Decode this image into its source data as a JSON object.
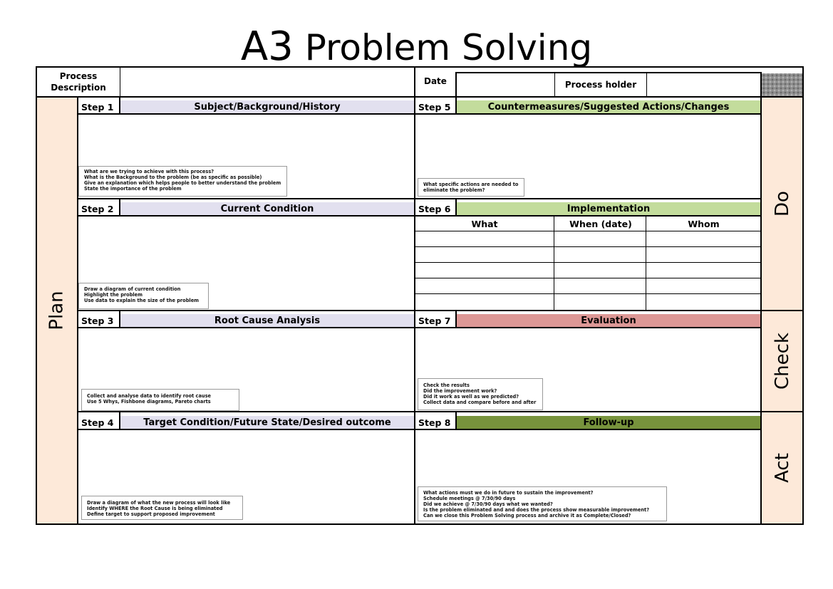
{
  "title": {
    "prefix": "A3",
    "rest": "Problem Solving"
  },
  "header": {
    "process_description": "Process Description",
    "date": "Date",
    "process_holder": "Process holder"
  },
  "phases": {
    "plan": "Plan",
    "do": "Do",
    "check": "Check",
    "act": "Act"
  },
  "steps": [
    {
      "label": "Step 1",
      "title": "Subject/Background/History",
      "hints": [
        "What are we trying to achieve with this process?",
        "What is the Background to the problem (be as specific as possible)",
        "Give an explanation which helps people to better understand the problem",
        "State the importance of the problem"
      ]
    },
    {
      "label": "Step 2",
      "title": "Current Condition",
      "hints": [
        "Draw a diagram of current condition",
        "Highlight the problem",
        "Use data to explain the size of the problem"
      ]
    },
    {
      "label": "Step 3",
      "title": "Root Cause Analysis",
      "hints": [
        "Collect and analyse data to identify root cause",
        "Use 5 Whys, Fishbone diagrams, Pareto charts"
      ]
    },
    {
      "label": "Step 4",
      "title": "Target Condition/Future State/Desired outcome",
      "hints": [
        "Draw a diagram of what the new process will look like",
        "Identify WHERE the Root Cause is being eliminated",
        "Define target to support proposed improvement"
      ]
    },
    {
      "label": "Step 5",
      "title": "Countermeasures/Suggested Actions/Changes",
      "hints": [
        "What specific actions are needed to",
        "eliminate the problem?"
      ]
    },
    {
      "label": "Step 6",
      "title": "Implementation",
      "columns": [
        "What",
        "When (date)",
        "Whom"
      ]
    },
    {
      "label": "Step 7",
      "title": "Evaluation",
      "hints": [
        "Check the results",
        "Did the improvement work?",
        "Did it work as well as we predicted?",
        "Collect data and compare before and after"
      ]
    },
    {
      "label": "Step 8",
      "title": "Follow-up",
      "hints": [
        "What actions must we do in future to sustain the improvement?",
        "Schedule meetings @ 7/30/90 days",
        "Did we achieve @ 7/30/90 days what we wanted?",
        "Is the problem eliminated and and does the process show measurable improvement?",
        "Can we close this Problem Solving process and archive it as Complete/Closed?"
      ]
    }
  ],
  "colors": {
    "lavender": "#e2e0ef",
    "light_green": "#c3dc9c",
    "red": "#dd9896",
    "olive": "#77933c",
    "peach": "#fde9d9"
  }
}
